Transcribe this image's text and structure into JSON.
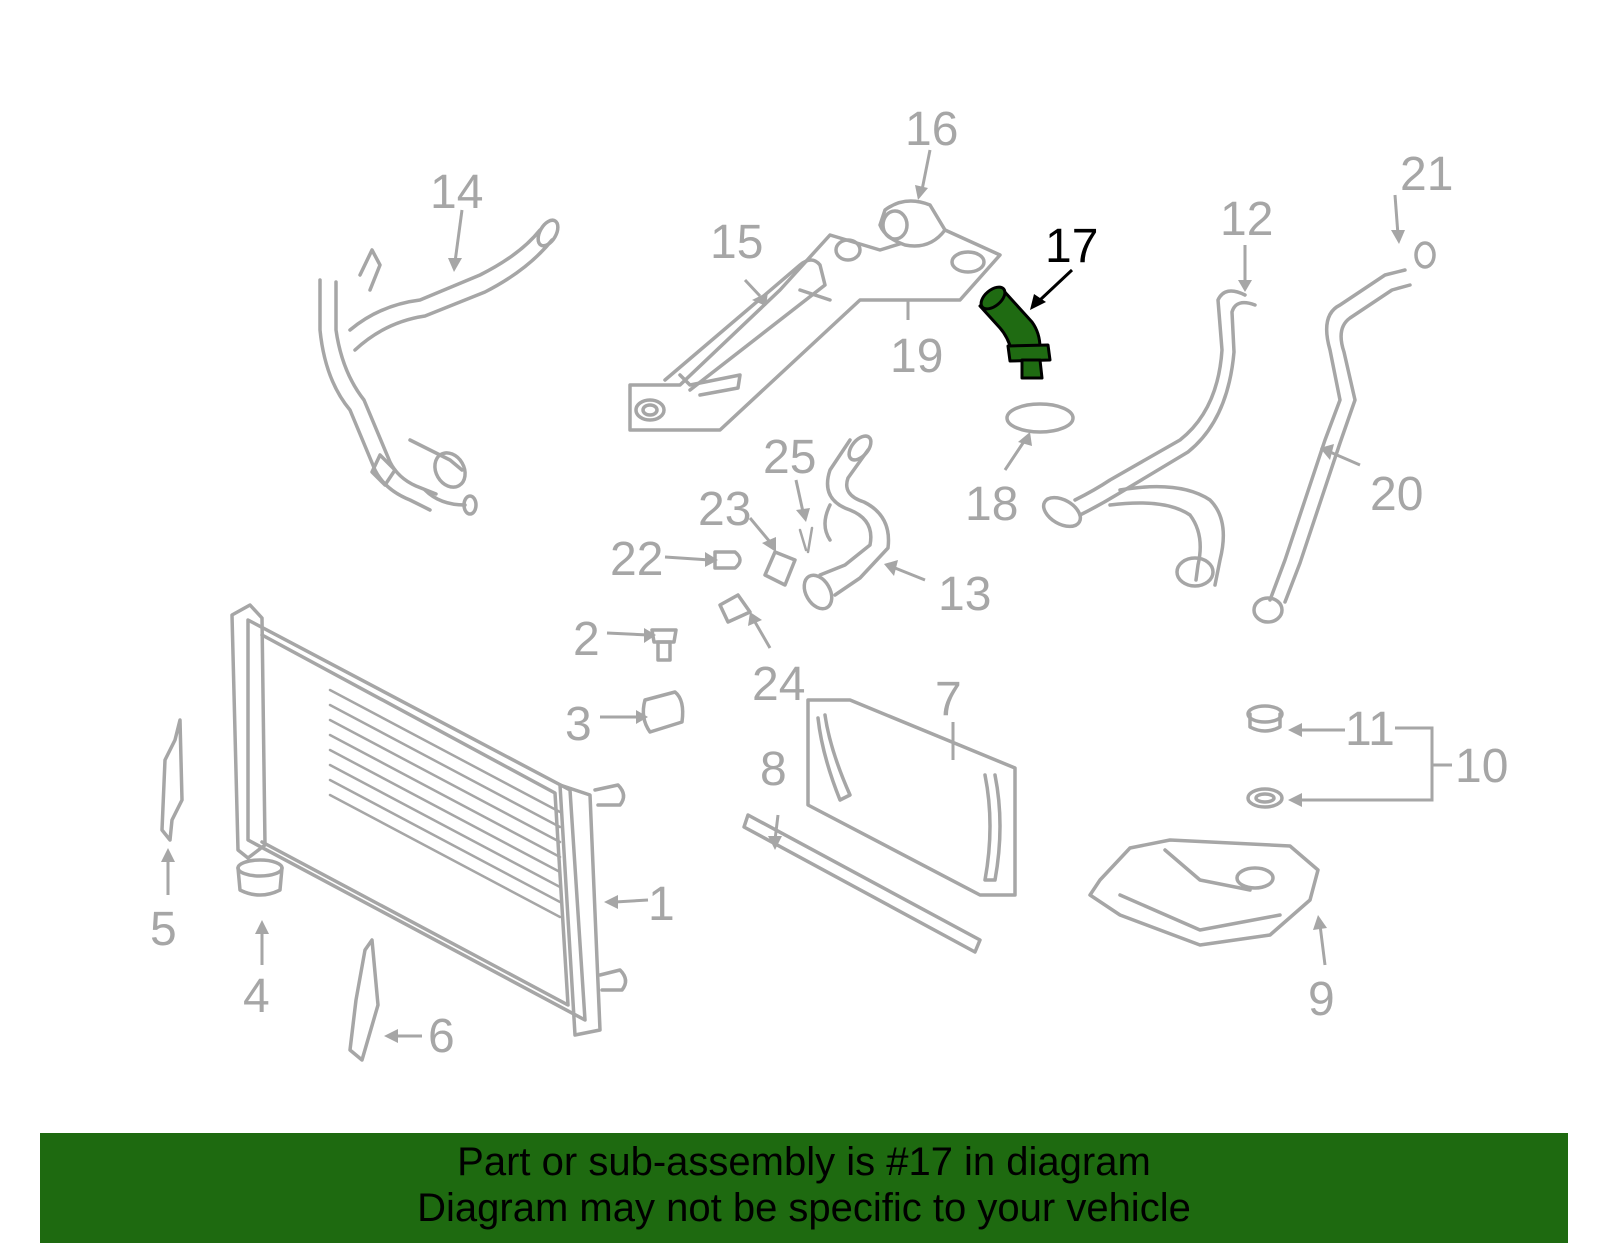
{
  "diagram": {
    "highlight_color": "#1f6b12",
    "part_color": "#a6a6a6",
    "highlighted_part": "17",
    "callouts": [
      "1",
      "2",
      "3",
      "4",
      "5",
      "6",
      "7",
      "8",
      "9",
      "10",
      "11",
      "12",
      "13",
      "14",
      "15",
      "16",
      "17",
      "18",
      "19",
      "20",
      "21",
      "22",
      "23",
      "24",
      "25"
    ]
  },
  "banner": {
    "line1": "Part or sub-assembly is #17 in diagram",
    "line2": "Diagram may not be specific to your vehicle",
    "background": "#1e6a10"
  }
}
